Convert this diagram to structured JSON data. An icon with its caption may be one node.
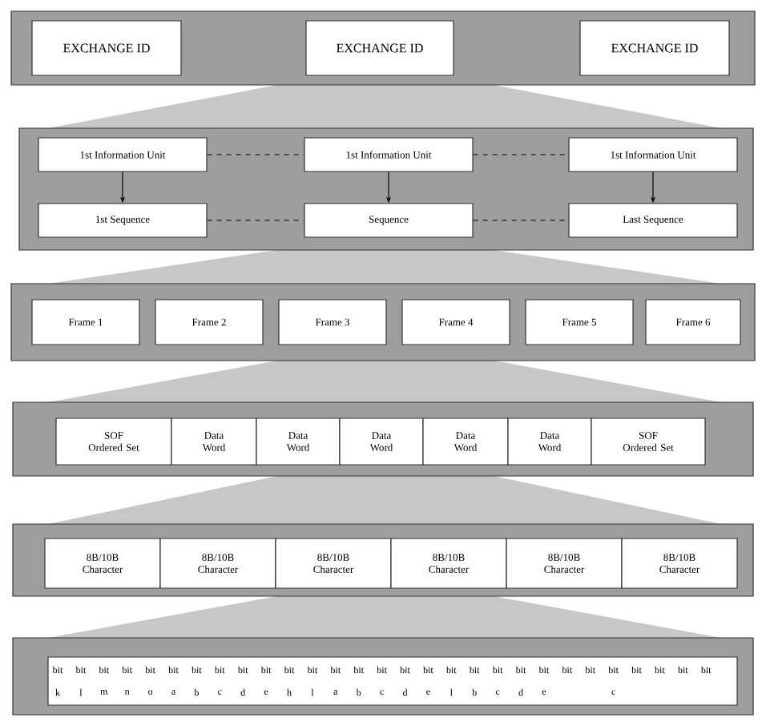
{
  "diagram": {
    "nodes": [
      {
        "text": [],
        "shape": "box"
      },
      {
        "text": [
          "EXCHANGE ID"
        ],
        "in": 0
      },
      {
        "text": [
          "EXCHANGE ID"
        ],
        "in": 0
      },
      {
        "text": [
          "EXCHANGE ID"
        ],
        "in": 0
      },
      {
        "text": [],
        "shape": "box"
      },
      {
        "text": [
          "1st Information Unit"
        ],
        "in": 4
      },
      {
        "text": [
          "1st Information Unit"
        ],
        "in": 4
      },
      {
        "text": [
          "1st Information Unit"
        ],
        "in": 4
      },
      {
        "text": [
          "1st Sequence"
        ],
        "in": 4
      },
      {
        "text": [
          "Sequence"
        ],
        "in": 4
      },
      {
        "text": [
          "Last Sequence"
        ],
        "in": 4
      },
      {
        "text": [],
        "shape": "box"
      },
      {
        "text": [
          "Frame 1"
        ],
        "in": 11
      },
      {
        "text": [
          "Frame 2"
        ],
        "in": 11
      },
      {
        "text": [
          "Frame 3"
        ],
        "in": 11
      },
      {
        "text": [
          "Frame 4"
        ],
        "in": 11
      },
      {
        "text": [
          "Frame 5"
        ],
        "in": 11
      },
      {
        "text": [
          "Frame 6"
        ],
        "in": 11
      },
      {
        "text": [],
        "shape": "box"
      },
      {
        "text": [
          "SOF Ordered Set"
        ],
        "in": 18
      },
      {
        "text": [
          "Data Word"
        ],
        "in": 18
      },
      {
        "text": [
          "Data Word"
        ],
        "in": 18
      },
      {
        "text": [
          "Data Word"
        ],
        "in": 18
      },
      {
        "text": [
          "Data Word"
        ],
        "in": 18
      },
      {
        "text": [
          "Data Word"
        ],
        "in": 18
      },
      {
        "text": [
          "SOF Ordered Set"
        ],
        "in": 18
      },
      {
        "text": [],
        "shape": "box"
      },
      {
        "text": [
          "8B/10B Character"
        ],
        "in": 26
      },
      {
        "text": [
          "8B/10B Character"
        ],
        "in": 26
      },
      {
        "text": [
          "8B/10B Character"
        ],
        "in": 26
      },
      {
        "text": [
          "8B/10B Character"
        ],
        "in": 26
      },
      {
        "text": [
          "8B/10B Character"
        ],
        "in": 26
      },
      {
        "text": [
          "8B/10B Character"
        ],
        "in": 26
      },
      {
        "text": [],
        "shape": "box"
      },
      {
        "text": [],
        "shape": "box",
        "in": 33
      }
    ],
    "edges": [
      {
        "from": 5,
        "to": 8,
        "arrow": "to"
      },
      {
        "from": 6,
        "to": 9,
        "arrow": "to"
      },
      {
        "from": 7,
        "to": 10,
        "arrow": "to"
      },
      {
        "from": 5,
        "to": 6,
        "arrow": "none",
        "style": "dashed"
      },
      {
        "from": 6,
        "to": 7,
        "arrow": "none",
        "style": "dashed"
      },
      {
        "from": 8,
        "to": 9,
        "arrow": "none",
        "style": "dashed"
      },
      {
        "from": 9,
        "to": 10,
        "arrow": "none",
        "style": "dashed"
      }
    ],
    "labels": [
      "bit",
      "bit",
      "bit",
      "bit",
      "bit",
      "bit",
      "bit",
      "bit",
      "bit",
      "bit",
      "bit",
      "bit",
      "bit",
      "bit",
      "bit",
      "bit",
      "bit",
      "bit",
      "bit",
      "bit",
      "bit",
      "bit",
      "bit",
      "bit",
      "bit",
      "bit",
      "bit",
      "bit",
      "bit",
      "k",
      "l",
      "m",
      "n",
      "o",
      "a",
      "b",
      "c",
      "d",
      "e",
      "h",
      "l",
      "a",
      "b",
      "c",
      "d",
      "e",
      "l",
      "b",
      "c",
      "d",
      "e",
      "c"
    ]
  }
}
